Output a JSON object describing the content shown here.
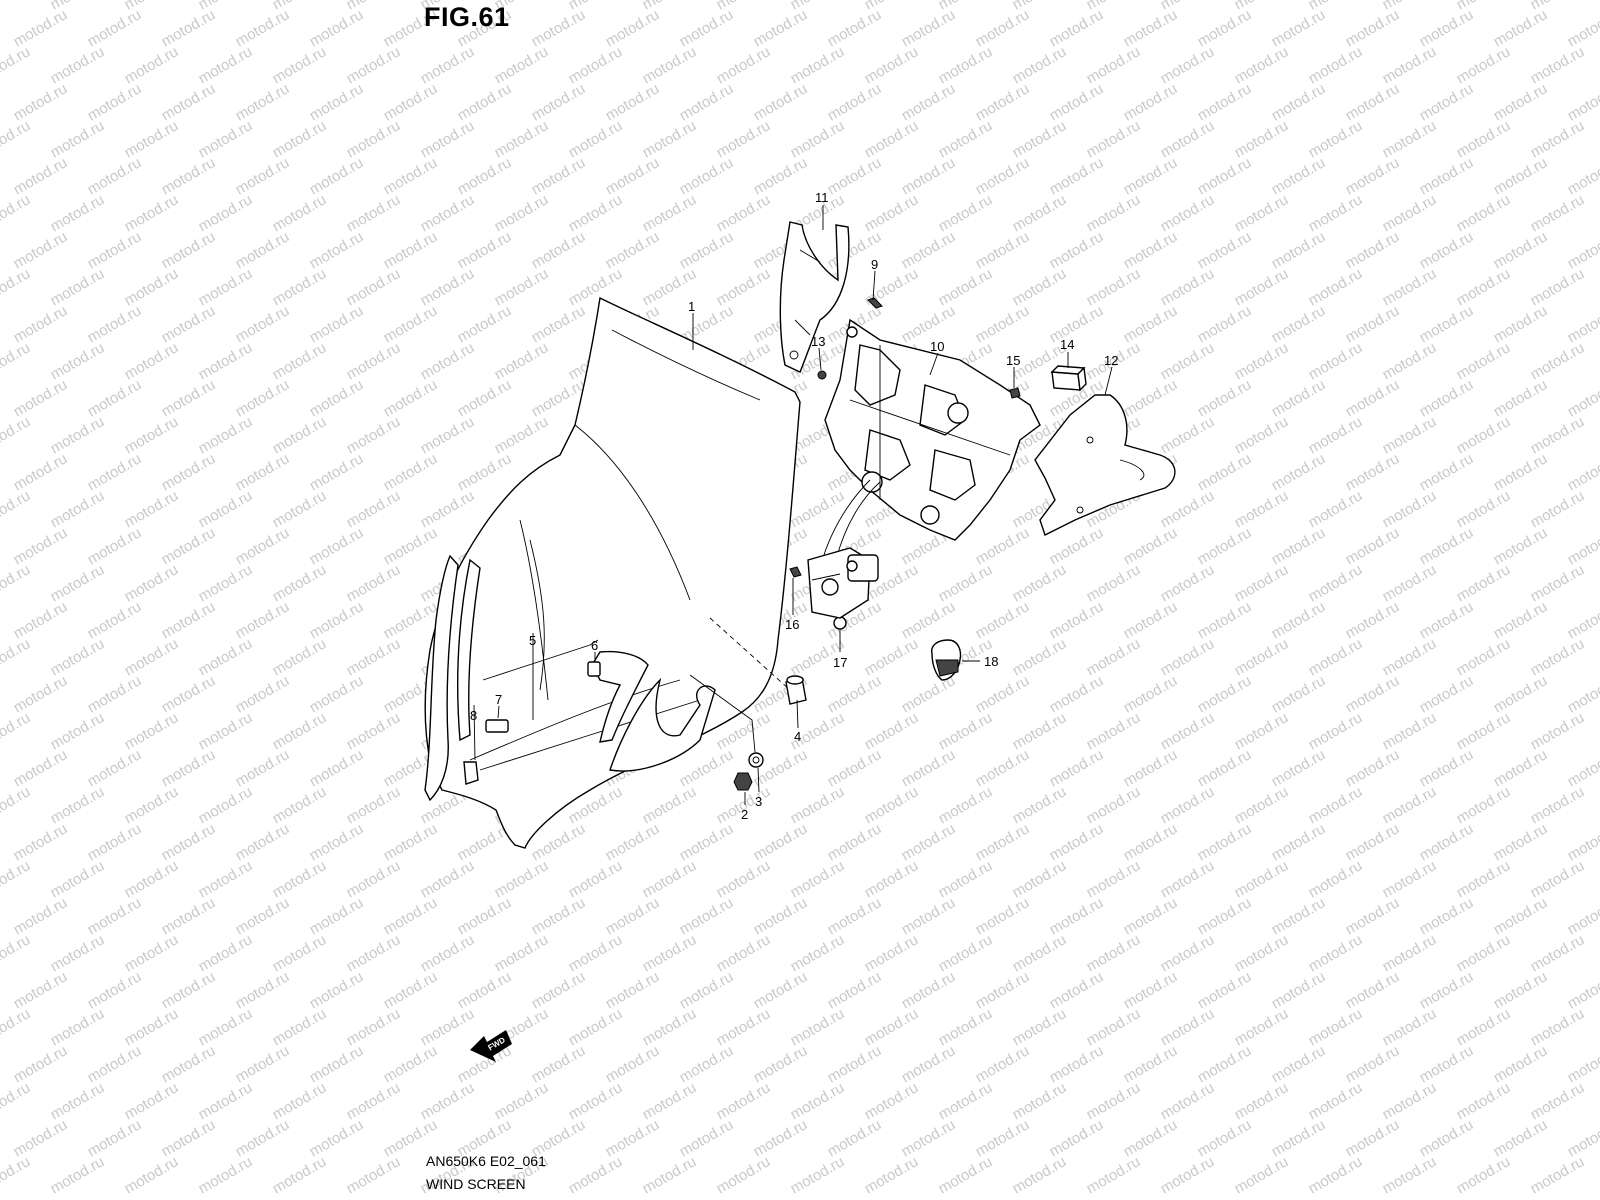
{
  "figure": {
    "title": "FIG.61",
    "model_code": "AN650K6 E02_061",
    "section_name": "WIND SCREEN"
  },
  "watermark": {
    "text": "motod.ru"
  },
  "fwd_arrow": {
    "label": "FWD"
  },
  "callouts": [
    "1",
    "2",
    "3",
    "4",
    "5",
    "6",
    "7",
    "8",
    "9",
    "10",
    "11",
    "12",
    "13",
    "14",
    "15",
    "16",
    "17",
    "18"
  ]
}
